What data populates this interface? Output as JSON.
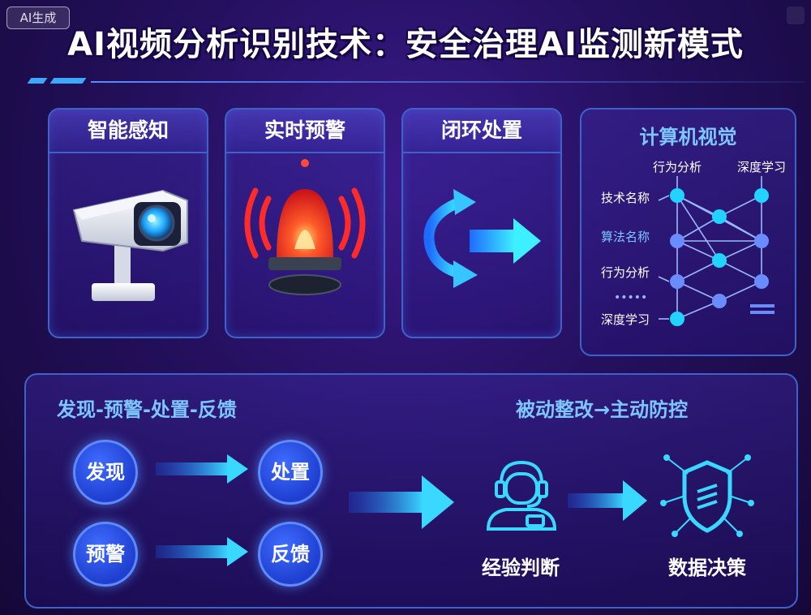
{
  "badge": "AI生成",
  "title": "AI视频分析识别技术：安全治理AI监测新模式",
  "cards": [
    {
      "label": "智能感知",
      "icon": "security-camera-icon"
    },
    {
      "label": "实时预警",
      "icon": "alarm-siren-icon"
    },
    {
      "label": "闭环处置",
      "icon": "cycle-arrows-icon"
    }
  ],
  "cv_panel": {
    "title": "计算机视觉",
    "top_labels": [
      "行为分析",
      "深度学习"
    ],
    "left_labels": [
      "技术名称",
      "算法名称",
      "行为分析",
      "深度学习"
    ],
    "dots": "•••••",
    "icon": "neural-network-icon"
  },
  "bottom": {
    "left_title": "发现-预警-处置-反馈",
    "right_title": "被动整改→主动防控",
    "steps": [
      "发现",
      "处置",
      "预警",
      "反馈"
    ],
    "outcomes": [
      {
        "label": "经验判断",
        "icon": "operator-headset-icon"
      },
      {
        "label": "数据决策",
        "icon": "shield-network-icon"
      }
    ]
  },
  "colors": {
    "accent": "#3ea8ff",
    "frame": "#3d63c9",
    "highlight": "#7ec6ff",
    "node": "#22d3ff"
  }
}
